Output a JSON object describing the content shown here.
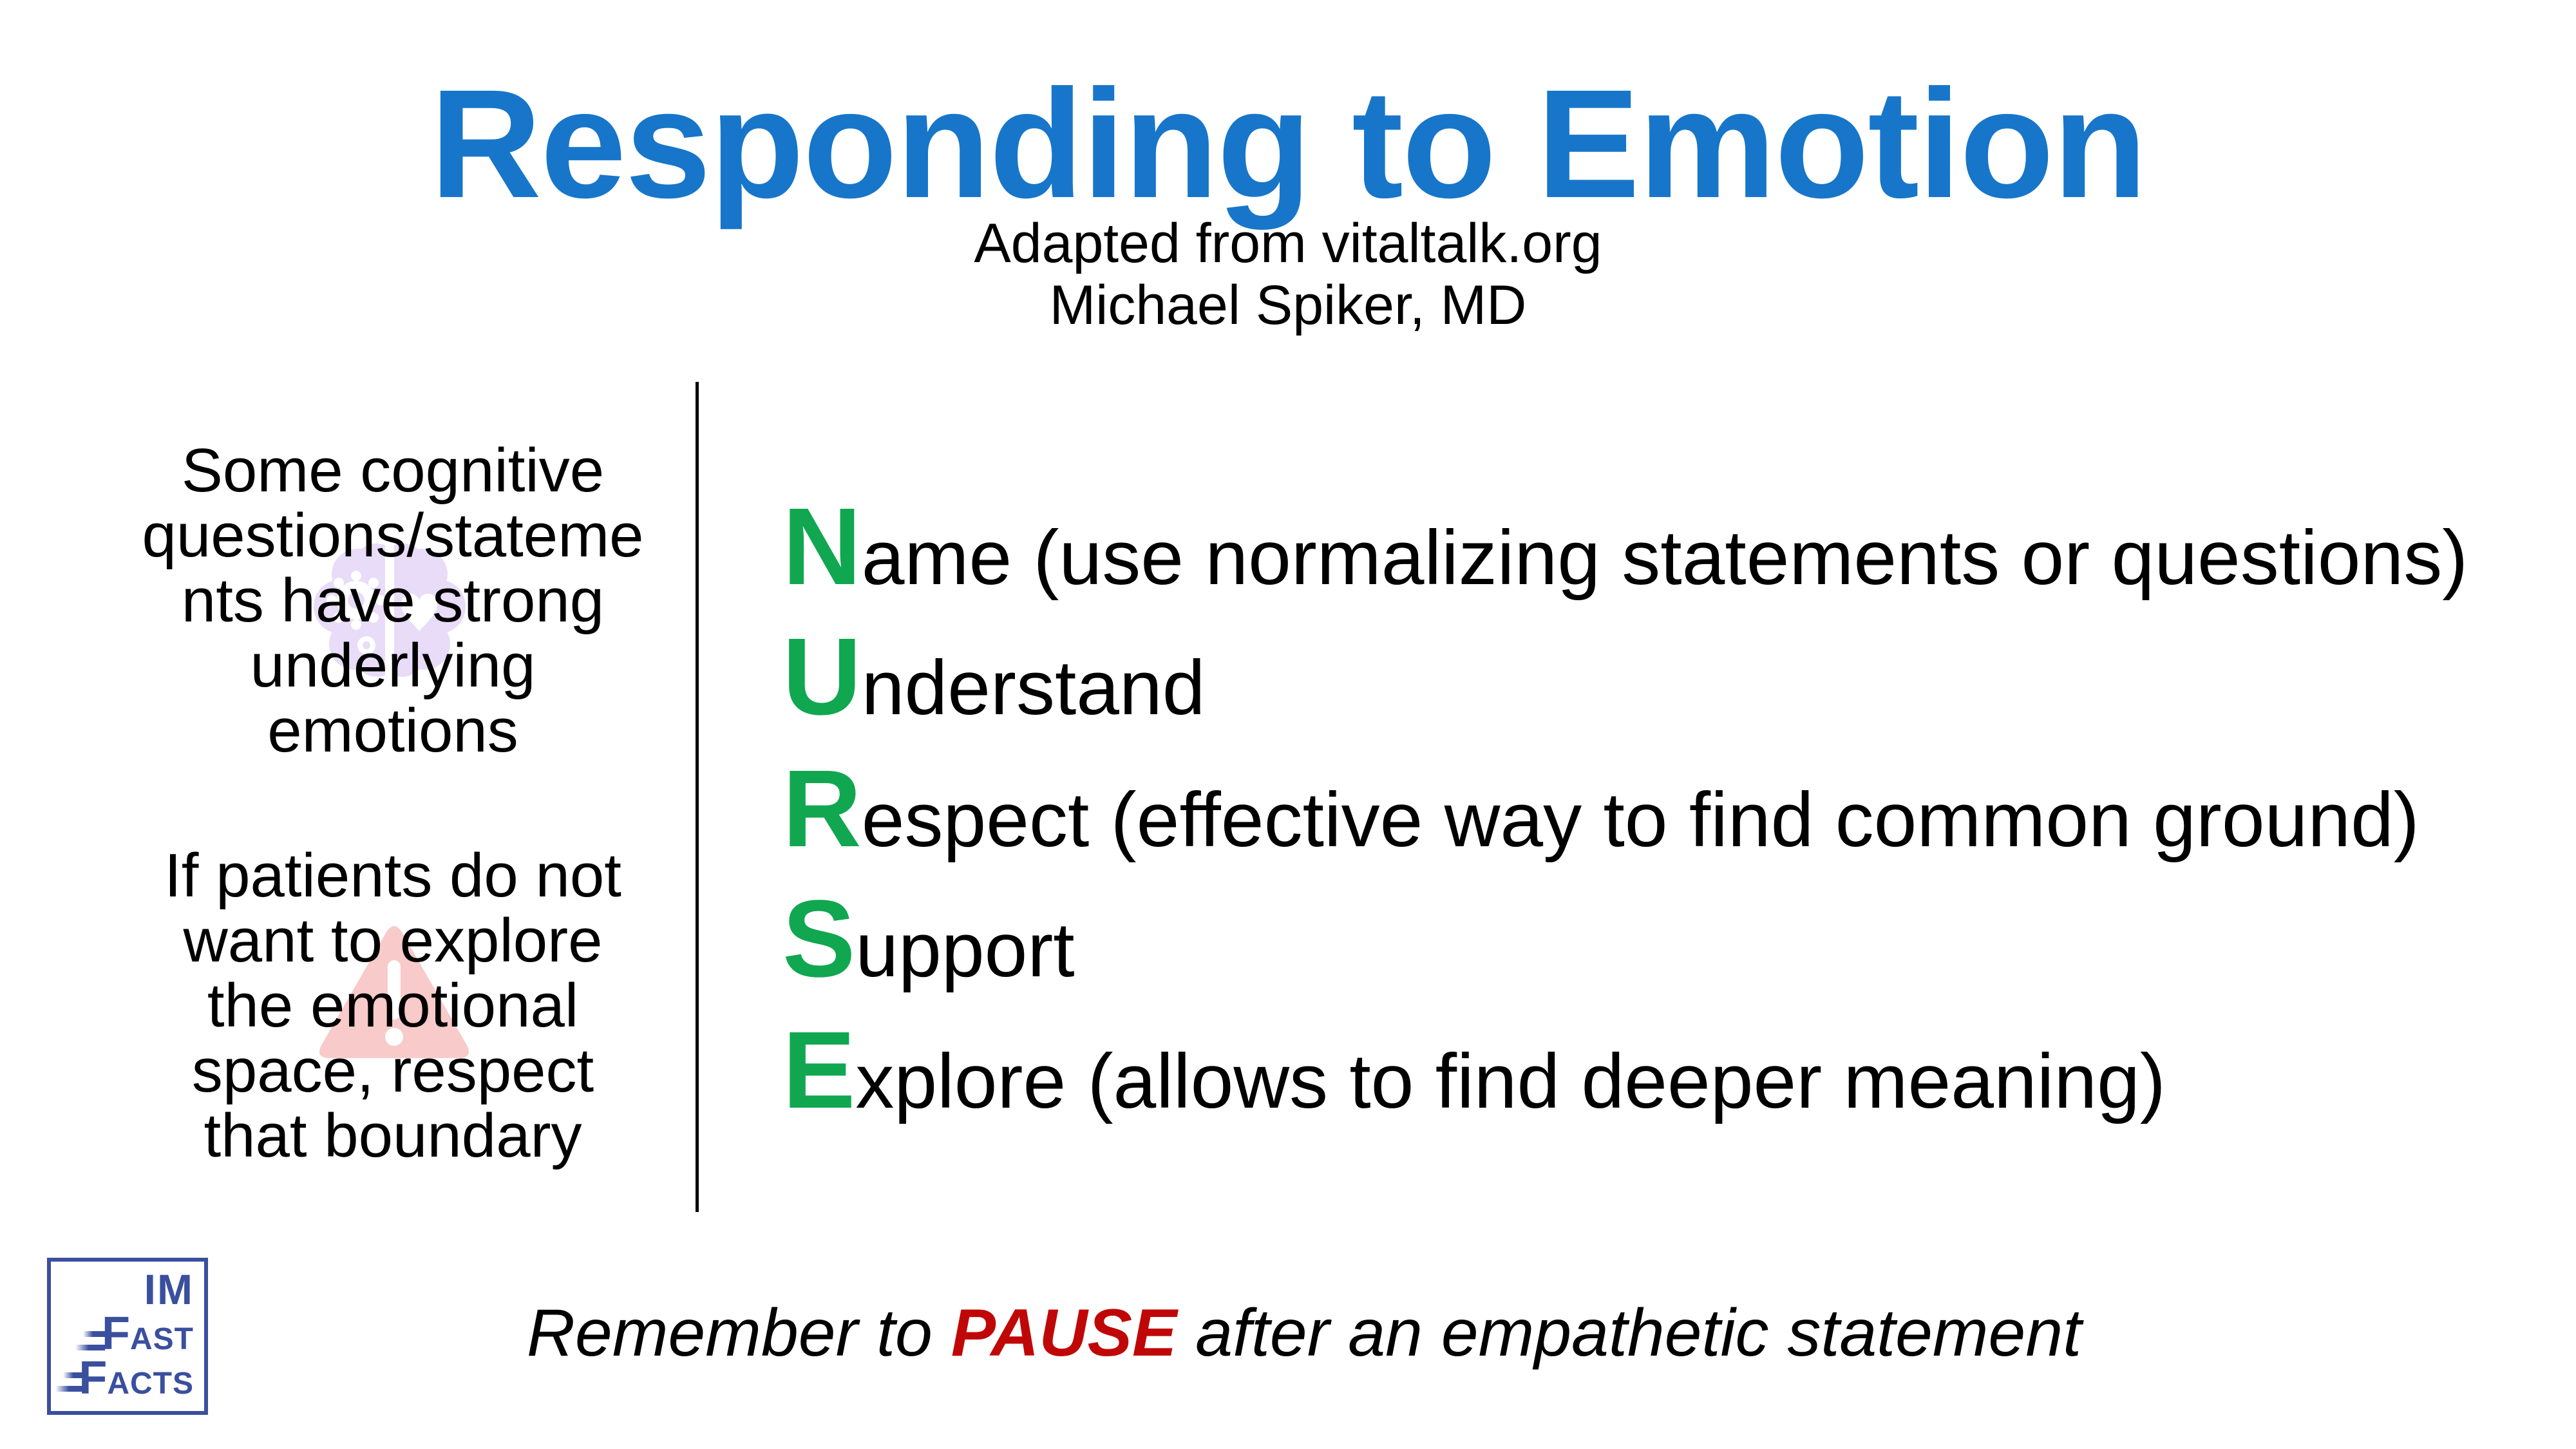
{
  "title": "Responding to Emotion",
  "subtitle": {
    "line1": "Adapted from vitaltalk.org",
    "line2": "Michael Spiker, MD"
  },
  "left_column": {
    "paragraph1_lines": [
      "Some cognitive",
      "questions/stateme",
      "nts have strong",
      "underlying",
      "emotions"
    ],
    "paragraph2_lines": [
      "If patients do not",
      "want to explore",
      "the emotional",
      "space, respect",
      "that boundary"
    ]
  },
  "nurse": {
    "items": [
      {
        "letter": "N",
        "rest": "ame (use normalizing statements or questions)"
      },
      {
        "letter": "U",
        "rest": "nderstand"
      },
      {
        "letter": "R",
        "rest": "espect (effective way to find common ground)"
      },
      {
        "letter": "S",
        "rest": "upport"
      },
      {
        "letter": "E",
        "rest": "xplore (allows to find deeper meaning)"
      }
    ]
  },
  "footer": {
    "prefix": "Remember to ",
    "highlight": "PAUSE",
    "suffix": " after an empathetic statement"
  },
  "logo": {
    "line1": "IM",
    "line2_initial": "F",
    "line2_rest": "AST",
    "line3_initial": "F",
    "line3_rest": "ACTS"
  },
  "icons": {
    "brain_watermark": "brain-gear-heart-icon",
    "triangle_watermark": "warning-exclamation-icon"
  },
  "colors": {
    "title_blue": "#1776C9",
    "acronym_green": "#10A750",
    "pause_red": "#C00707",
    "logo_blue": "#3A4F9E",
    "brain_lavender": "#E8DCF8",
    "triangle_pink": "#F8CACA",
    "divider_black": "#000000"
  }
}
